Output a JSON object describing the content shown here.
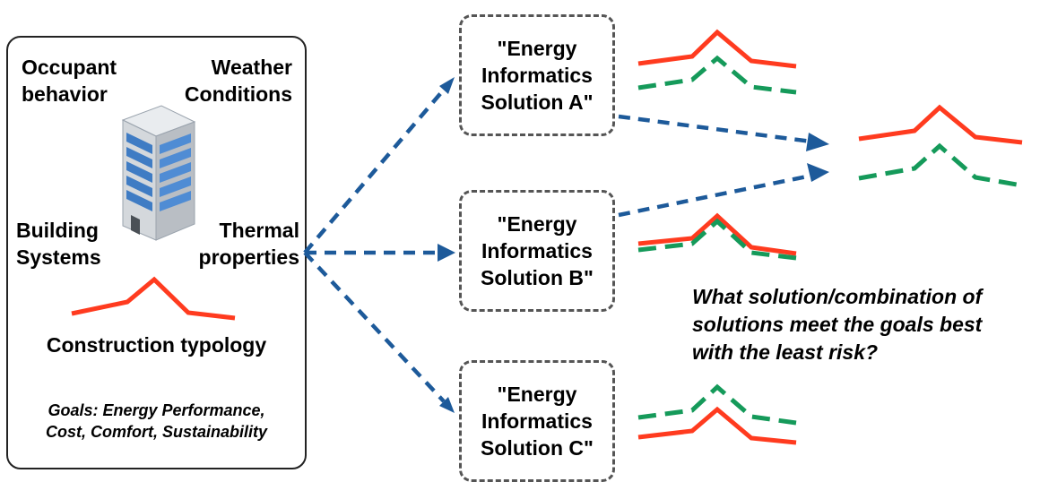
{
  "context_box": {
    "labels": {
      "occupant": "Occupant\nbehavior",
      "weather": "Weather\nConditions",
      "building_systems": "Building\nSystems",
      "thermal": "Thermal\nproperties",
      "construction": "Construction typology"
    },
    "goals": "Goals: Energy Performance,\nCost, Comfort, Sustainability",
    "building_icon": "office-building-icon"
  },
  "solutions": [
    {
      "id": "a",
      "label": "\"Energy\nInformatics\nSolution A\""
    },
    {
      "id": "b",
      "label": "\"Energy\nInformatics\nSolution B\""
    },
    {
      "id": "c",
      "label": "\"Energy\nInformatics\nSolution C\""
    }
  ],
  "question": "What solution/combination of\nsolutions meet the goals best\nwith the least risk?",
  "colors": {
    "red_line": "#ff3b1f",
    "green_dash": "#159a5a",
    "arrow": "#1d5a9a",
    "box_border": "#555555"
  }
}
